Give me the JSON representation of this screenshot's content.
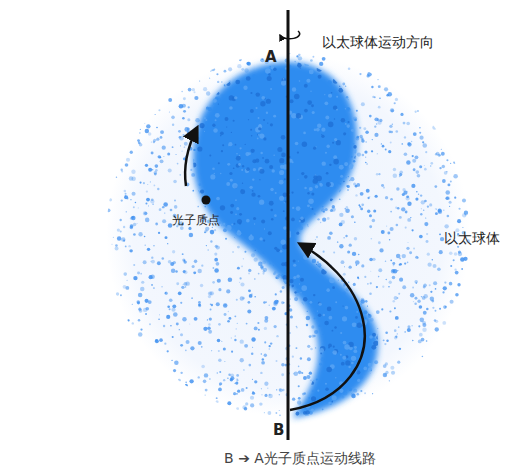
{
  "diagram": {
    "caption": "B ➔ A光子质点运动线路",
    "labels": [
      "A",
      "B",
      "以太球体运动方向",
      "光子质点",
      "以太球体"
    ]
  }
}
